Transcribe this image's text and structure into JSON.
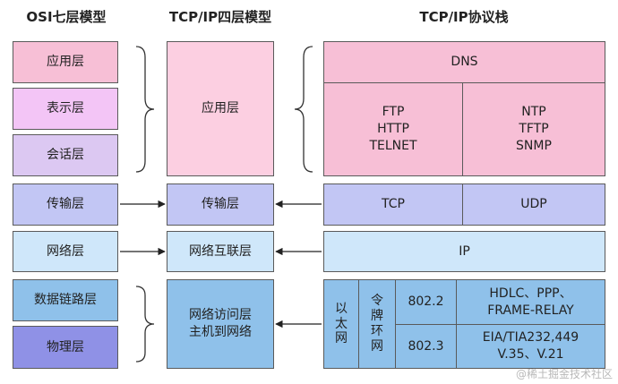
{
  "headers": {
    "osi": "OSI七层模型",
    "tcpip4": "TCP/IP四层模型",
    "stack": "TCP/IP协议栈"
  },
  "osi_layers": {
    "application": "应用层",
    "presentation": "表示层",
    "session": "会话层",
    "transport": "传输层",
    "network": "网络层",
    "datalink": "数据链路层",
    "physical": "物理层"
  },
  "tcpip_layers": {
    "application": "应用层",
    "transport": "传输层",
    "internet": "网络互联层",
    "access_line1": "网络访问层",
    "access_line2": "主机到网络"
  },
  "protocols": {
    "dns": "DNS",
    "left_app": [
      "FTP",
      "HTTP",
      "TELNET"
    ],
    "right_app": [
      "NTP",
      "TFTP",
      "SNMP"
    ],
    "tcp": "TCP",
    "udp": "UDP",
    "ip": "IP",
    "ethernet": [
      "以",
      "太",
      "网"
    ],
    "token_ring": [
      "令",
      "牌",
      "环",
      "网"
    ],
    "ieee_8022": "802.2",
    "ieee_8023": "802.3",
    "hdlc_line1": "HDLC、PPP、",
    "hdlc_line2": "FRAME-RELAY",
    "eia_line1": "EIA/TIA232,449",
    "eia_line2": "V.35、V.21"
  },
  "watermark": "@稀土掘金技术社区"
}
